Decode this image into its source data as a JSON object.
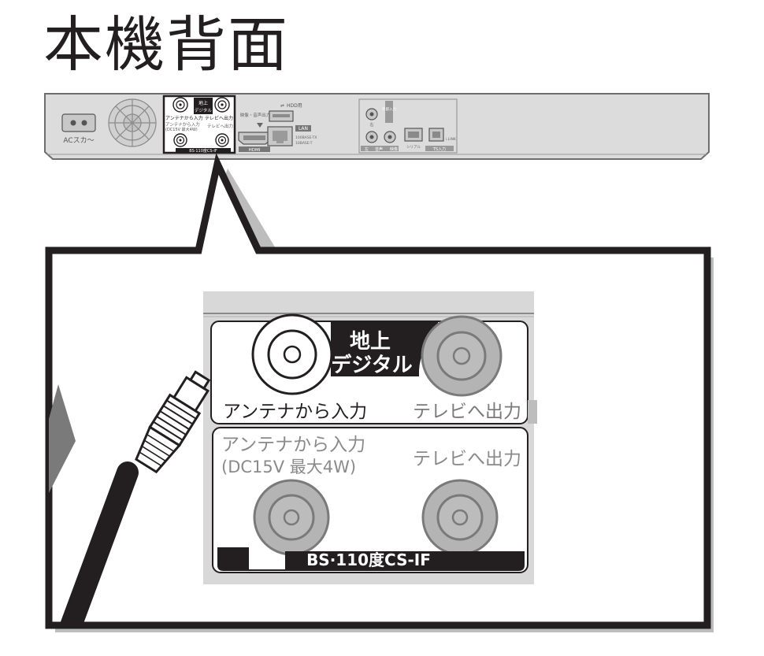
{
  "title": "本機背面",
  "rear_panel": {
    "ac_input_label": "ACスカ〜",
    "terrestrial_label_line1": "地上",
    "terrestrial_label_line2": "デジタル",
    "antenna_in_small": "アンテナから入力",
    "tv_out_small": "テレビへ出力",
    "bs_antenna_in_small": "アンテナから入力",
    "bs_power_small": "(DC15V 最大4W)",
    "bs_tv_out_small": "テレビへ出力",
    "bs_cs_small": "BS·110度CS-IF",
    "hdmi_label": "HDMI",
    "usb_hdd_label": "HDD用",
    "lan_label": "LAN",
    "lan_speed_line1": "100BASE-TX",
    "lan_speed_line2": "10BASE-T",
    "audio_video_label": "映像・音声出力",
    "external_input_label": "外部入力",
    "right_label": "右",
    "audio_label": "音声",
    "left_label": "左",
    "video_label": "映像",
    "serial_label": "シリアル",
    "ts_input_label": "TS入力"
  },
  "callout": {
    "terrestrial_line1": "地上",
    "terrestrial_line2": "デジタル",
    "antenna_in": "アンテナから入力",
    "tv_out": "テレビへ出力",
    "bs_antenna_in": "アンテナから入力",
    "bs_power": "(DC15V 最大4W)",
    "bs_tv_out": "テレビへ出力",
    "bs_cs": "BS·110度CS-IF"
  },
  "colors": {
    "ink": "#231f20",
    "panel_fill": "#dcdcdc",
    "panel_stroke": "#6e6e6e",
    "connector_fill": "#b4b4b4",
    "arrow_fill": "#7a7a7a",
    "callout_shadow": "#bdbdbd"
  }
}
